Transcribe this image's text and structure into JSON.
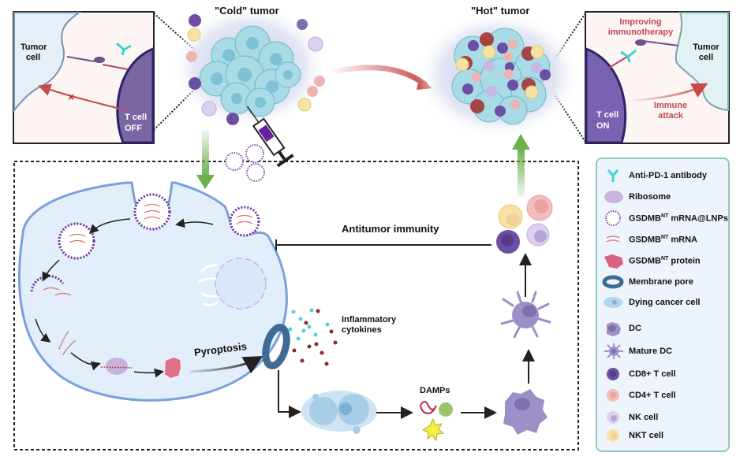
{
  "top": {
    "cold_tumor_title": "\"Cold\" tumor",
    "hot_tumor_title": "\"Hot\" tumor"
  },
  "left_inset": {
    "tumor_cell_label_1": "Tumor",
    "tumor_cell_label_2": "cell",
    "t_cell_label_1": "T cell",
    "t_cell_label_2": "OFF"
  },
  "right_inset": {
    "annotation_1": "Improving",
    "annotation_2": "immunotherapy",
    "tumor_cell_label_1": "Tumor",
    "tumor_cell_label_2": "cell",
    "t_cell_label_1": "T cell",
    "t_cell_label_2": "ON",
    "attack_label_1": "Immune",
    "attack_label_2": "attack"
  },
  "main_panel": {
    "antitumor_label": "Antitumor immunity",
    "pyroptosis_label": "Pyroptosis",
    "cytokines_label_1": "Inflammatory",
    "cytokines_label_2": "cytokines",
    "damps_label": "DAMPs"
  },
  "legend": {
    "items": [
      {
        "icon": "antibody-icon",
        "label": "Anti-PD-1 antibody"
      },
      {
        "icon": "ribosome-icon",
        "label": "Ribosome"
      },
      {
        "icon": "lnp-icon",
        "label_main": "GSDMB",
        "label_sup": "NT",
        "label_rest": " mRNA@LNPs"
      },
      {
        "icon": "mrna-icon",
        "label_main": "GSDMB",
        "label_sup": "NT",
        "label_rest": " mRNA"
      },
      {
        "icon": "protein-icon",
        "label_main": "GSDMB",
        "label_sup": "NT",
        "label_rest": " protein"
      },
      {
        "icon": "membrane-pore-icon",
        "label": "Membrane pore"
      },
      {
        "icon": "dying-cancer-cell-icon",
        "label": "Dying cancer cell"
      },
      {
        "icon": "dc-icon",
        "label": "DC"
      },
      {
        "icon": "mature-dc-icon",
        "label": "Mature DC"
      },
      {
        "icon": "cd8-t-cell-icon",
        "label": "CD8+ T cell"
      },
      {
        "icon": "cd4-t-cell-icon",
        "label": "CD4+ T cell"
      },
      {
        "icon": "nk-cell-icon",
        "label": "NK cell"
      },
      {
        "icon": "nkt-cell-icon",
        "label": "NKT cell"
      }
    ]
  },
  "colors": {
    "cd8": "#6a4fa3",
    "cd4": "#f0b3b3",
    "nk": "#c9b8e3",
    "nkt": "#f6e3a4",
    "tumor": "#a8d8e6",
    "green_arrow": "#6ab04c",
    "red_arrow": "#c94848",
    "membrane": "#7aa0dc",
    "legend_border": "#8cc9c6"
  }
}
